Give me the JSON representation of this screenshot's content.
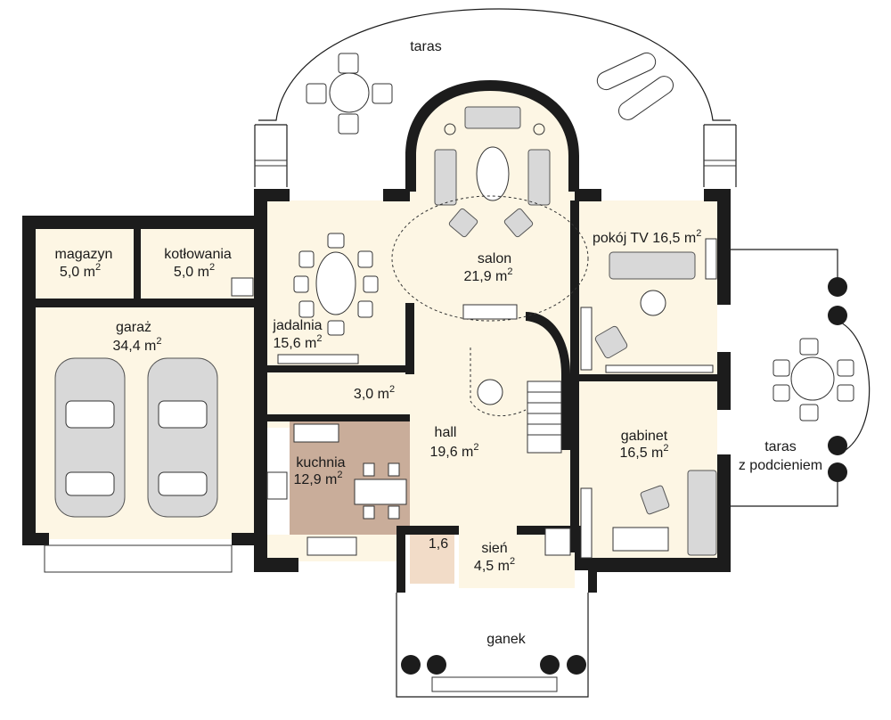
{
  "plan": {
    "rooms": [
      {
        "id": "taras-top",
        "name": "taras",
        "area": ""
      },
      {
        "id": "salon",
        "name": "salon",
        "area": "21,9 m",
        "sup": "2"
      },
      {
        "id": "pokoj-tv",
        "name": "pokój TV 16,5 m",
        "area": "",
        "sup": "2"
      },
      {
        "id": "magazyn",
        "name": "magazyn",
        "area": "5,0 m",
        "sup": "2"
      },
      {
        "id": "kotlowania",
        "name": "kotłowania",
        "area": "5,0 m",
        "sup": "2"
      },
      {
        "id": "jadalnia",
        "name": "jadalnia",
        "area": "15,6 m",
        "sup": "2"
      },
      {
        "id": "garaz",
        "name": "garaż",
        "area": "34,4 m",
        "sup": "2"
      },
      {
        "id": "korytarz",
        "name": "",
        "area": "3,0 m",
        "sup": "2"
      },
      {
        "id": "hall",
        "name": "hall",
        "area": "19,6 m",
        "sup": "2"
      },
      {
        "id": "kuchnia",
        "name": "kuchnia",
        "area": "12,9 m",
        "sup": "2"
      },
      {
        "id": "gabinet",
        "name": "gabinet",
        "area": "16,5 m",
        "sup": "2"
      },
      {
        "id": "taras-podcien",
        "name": "taras",
        "area": "z podcieniem"
      },
      {
        "id": "wc",
        "name": "1,6",
        "area": ""
      },
      {
        "id": "sien",
        "name": "sień",
        "area": "4,5 m",
        "sup": "2"
      },
      {
        "id": "ganek",
        "name": "ganek",
        "area": ""
      }
    ]
  }
}
